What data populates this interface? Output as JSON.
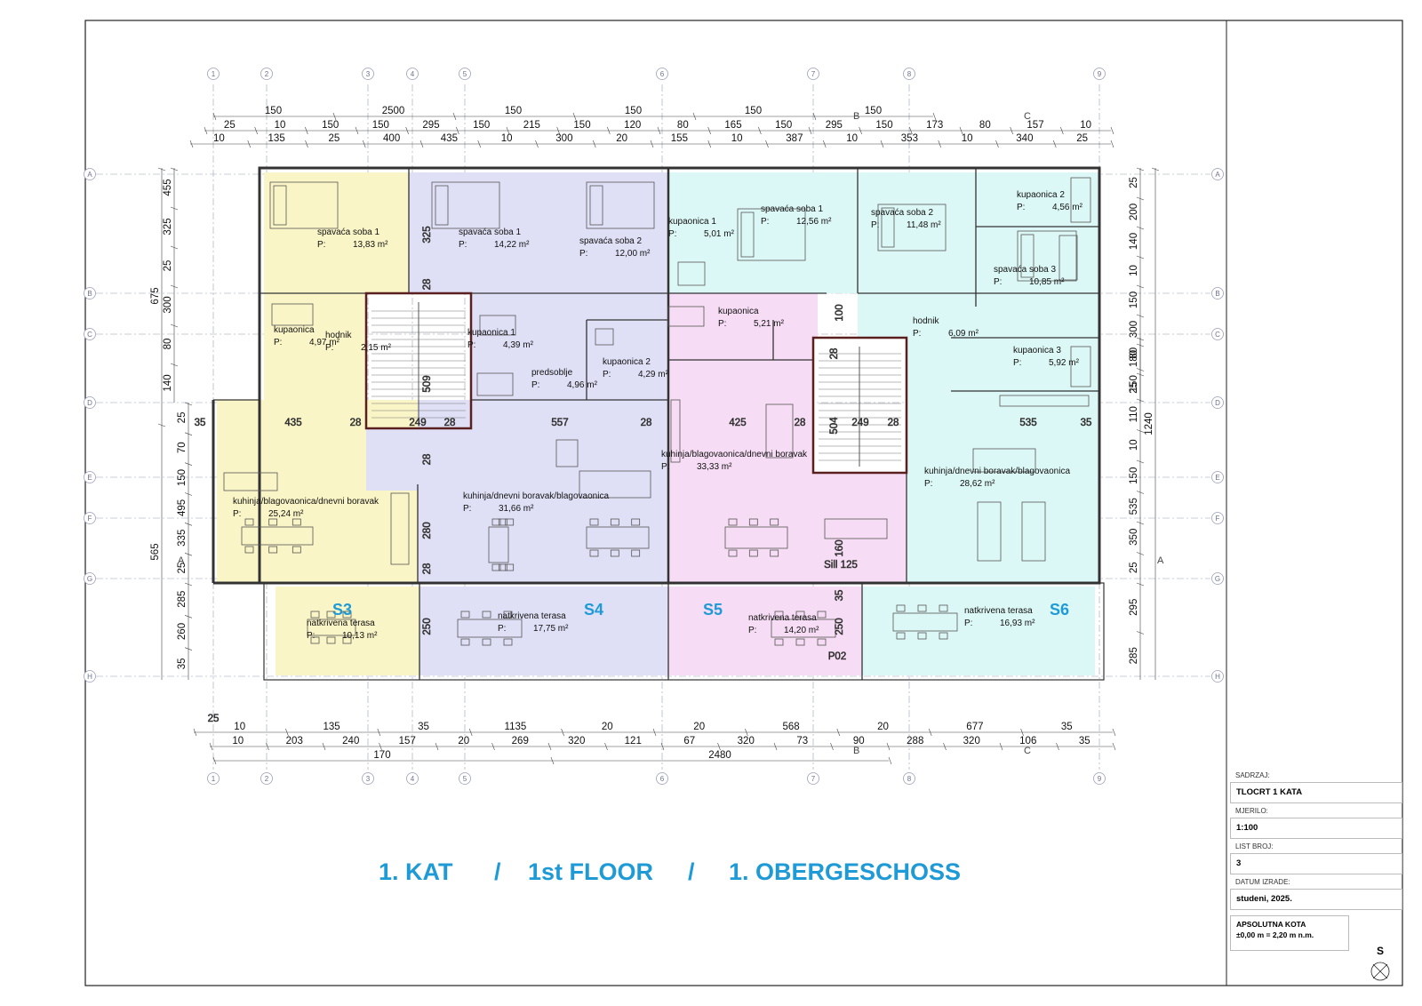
{
  "colors": {
    "s3": "#faf5c6",
    "s4": "#dfe0f6",
    "s5": "#f6dcf4",
    "s6": "#dcf8f6",
    "title_blue": "#1e9ad6",
    "line": "#333333",
    "grid": "#9aa0b8"
  },
  "headline": {
    "p1": "1. KAT",
    "sep1": "/",
    "p2": "1st FLOOR",
    "sep2": "/",
    "p3": "1. OBERGESCHOSS"
  },
  "units": {
    "s3": "S3",
    "s4": "S4",
    "s5": "S5",
    "s6": "S6"
  },
  "rooms": [
    {
      "id": "s3-bed1",
      "name": "spavaća soba 1",
      "area": "13,83 m²"
    },
    {
      "id": "s3-bath",
      "name": "kupaonica",
      "area": "4,97 m²"
    },
    {
      "id": "s3-hall",
      "name": "hodnik",
      "area": "2,15 m²"
    },
    {
      "id": "s3-living",
      "name": "kuhinja/blagovaonica/dnevni boravak",
      "area": "25,24 m²"
    },
    {
      "id": "s3-terrace",
      "name": "natkrivena terasa",
      "area": "10,13 m²"
    },
    {
      "id": "s4-bed1",
      "name": "spavaća soba 1",
      "area": "14,22 m²"
    },
    {
      "id": "s4-bed2",
      "name": "spavaća soba 2",
      "area": "12,00 m²"
    },
    {
      "id": "s4-bath1",
      "name": "kupaonica 1",
      "area": "4,39 m²"
    },
    {
      "id": "s4-foyer",
      "name": "predsoblje",
      "area": "4,96 m²"
    },
    {
      "id": "s4-bath2",
      "name": "kupaonica 2",
      "area": "4,29 m²"
    },
    {
      "id": "s4-living",
      "name": "kuhinja/dnevni boravak/blagovaonica",
      "area": "31,66 m²"
    },
    {
      "id": "s4-terrace",
      "name": "natkrivena terasa",
      "area": "17,75 m²"
    },
    {
      "id": "s5-bath",
      "name": "kupaonica",
      "area": "5,21 m²"
    },
    {
      "id": "s5-living",
      "name": "kuhinja/blagovaonica/dnevni boravak",
      "area": "33,33 m²"
    },
    {
      "id": "s5-terrace",
      "name": "natkrivena terasa",
      "area": "14,20 m²"
    },
    {
      "id": "s6-bath1",
      "name": "kupaonica 1",
      "area": "5,01 m²"
    },
    {
      "id": "s6-bed1",
      "name": "spavaća soba 1",
      "area": "12,56 m²"
    },
    {
      "id": "s6-bed2",
      "name": "spavaća soba 2",
      "area": "11,48 m²"
    },
    {
      "id": "s6-bath2",
      "name": "kupaonica 2",
      "area": "4,56 m²"
    },
    {
      "id": "s6-bed3",
      "name": "spavaća soba 3",
      "area": "10,85 m²"
    },
    {
      "id": "s6-hall",
      "name": "hodnik",
      "area": "6,09 m²"
    },
    {
      "id": "s6-bath3",
      "name": "kupaonica 3",
      "area": "5,92 m²"
    },
    {
      "id": "s6-living",
      "name": "kuhinja/dnevni boravak/blagovaonica",
      "area": "28,62 m²"
    },
    {
      "id": "s6-terrace",
      "name": "natkrivena terasa",
      "area": "16,93 m²"
    }
  ],
  "area_prefix": "P:",
  "dimensions": {
    "top_total": "2500",
    "bottom_total": "2480",
    "right_total": "1240",
    "top_row1": [
      "150",
      "2500",
      "150",
      "150",
      "150",
      "150"
    ],
    "top_row2": [
      "25",
      "10",
      "150",
      "150",
      "295",
      "150",
      "215",
      "150",
      "120",
      "80",
      "165",
      "150",
      "295",
      "150",
      "173",
      "80",
      "157",
      "10"
    ],
    "top_row3": [
      "10",
      "135",
      "25",
      "400",
      "435",
      "10",
      "300",
      "20",
      "155",
      "10",
      "387",
      "10",
      "353",
      "10",
      "340",
      "25"
    ],
    "bottom_row1": [
      "25"
    ],
    "bottom_row2": [
      "10",
      "135",
      "35",
      "1135",
      "20",
      "20",
      "568",
      "20",
      "677",
      "35"
    ],
    "bottom_row3": [
      "10",
      "203",
      "240",
      "157",
      "20",
      "269",
      "320",
      "121",
      "67",
      "320",
      "73",
      "90",
      "288",
      "320",
      "106",
      "35"
    ],
    "bottom_row4": [
      "170",
      "2480"
    ],
    "left_col": [
      "675",
      "565",
      "455",
      "325",
      "25",
      "300",
      "80",
      "140",
      "25",
      "70",
      "150",
      "495",
      "335",
      "25",
      "285",
      "260",
      "35"
    ],
    "right_col": [
      "25",
      "200",
      "140",
      "10",
      "150",
      "300",
      "180",
      "25",
      "80",
      "150",
      "110",
      "10",
      "150",
      "535",
      "350",
      "25",
      "295",
      "285"
    ],
    "inner": [
      "435",
      "28",
      "249",
      "28",
      "557",
      "28",
      "425",
      "28",
      "504",
      "249",
      "28",
      "535",
      "35",
      "35",
      "509",
      "28",
      "280",
      "28",
      "325",
      "28",
      "100",
      "28",
      "250",
      "250",
      "35",
      "160",
      "Sill 125",
      "P02"
    ]
  },
  "axes": {
    "cols": [
      "1",
      "2",
      "3",
      "4",
      "5",
      "6",
      "7",
      "8",
      "9"
    ],
    "rows": [
      "A",
      "B",
      "C",
      "D",
      "E",
      "F",
      "G",
      "H"
    ],
    "sections": [
      "A",
      "B",
      "C"
    ]
  },
  "titleblock": {
    "content_label": "SADRZAJ:",
    "content_value": "TLOCRT 1 KATA",
    "scale_label": "MJERILO:",
    "scale_value": "1:100",
    "sheet_label": "LIST BROJ:",
    "sheet_value": "3",
    "date_label": "DATUM IZRADE:",
    "date_value": "studeni, 2025.",
    "level_label": "APSOLUTNA KOTA",
    "level_value": "±0,00 m =  2,20 m n.m.",
    "north": "S"
  }
}
